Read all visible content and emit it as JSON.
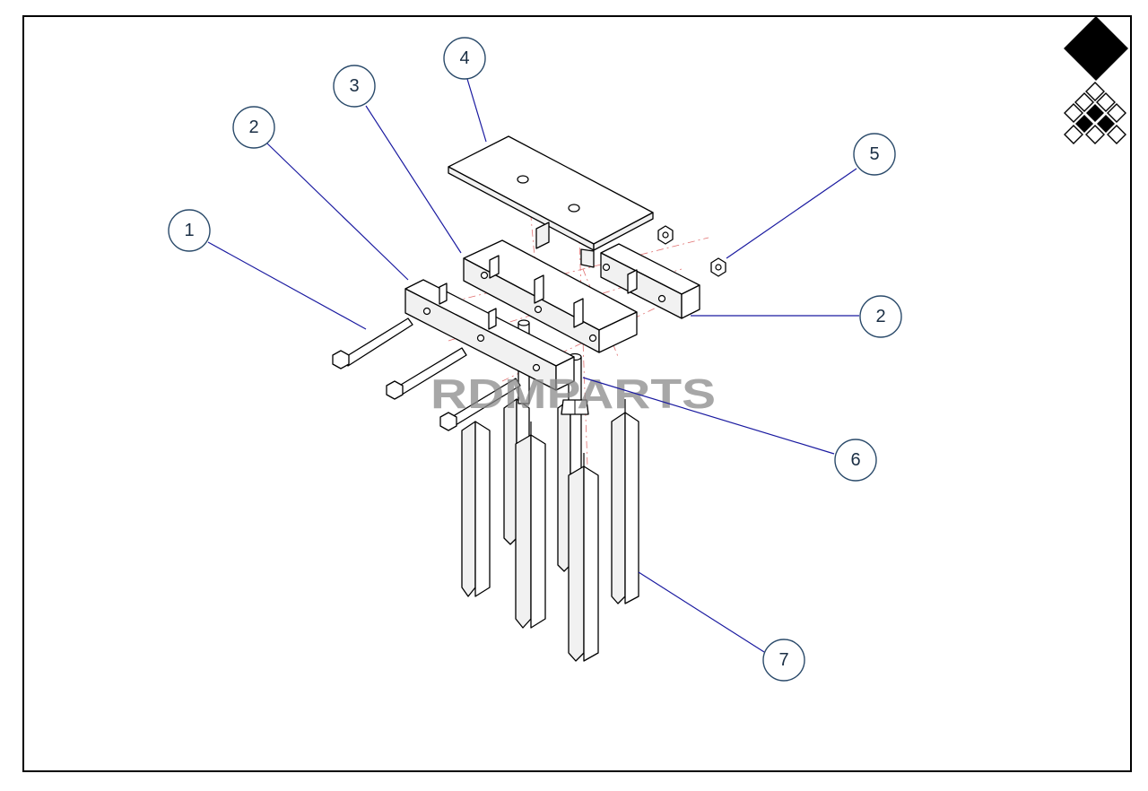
{
  "drawing": {
    "watermark": "RDMPARTS",
    "callouts": [
      {
        "id": "callout-1",
        "label": "1"
      },
      {
        "id": "callout-2-left",
        "label": "2"
      },
      {
        "id": "callout-2-right",
        "label": "2"
      },
      {
        "id": "callout-3",
        "label": "3"
      },
      {
        "id": "callout-4",
        "label": "4"
      },
      {
        "id": "callout-5",
        "label": "5"
      },
      {
        "id": "callout-6",
        "label": "6"
      },
      {
        "id": "callout-7",
        "label": "7"
      }
    ]
  },
  "colors": {
    "leader": "#1a1aa0",
    "balloon_stroke": "#2a4a6a",
    "centerline": "#e07070",
    "watermark": "#8a8a8a"
  },
  "logo": {
    "icon": "diamond-grid-logo-icon"
  }
}
